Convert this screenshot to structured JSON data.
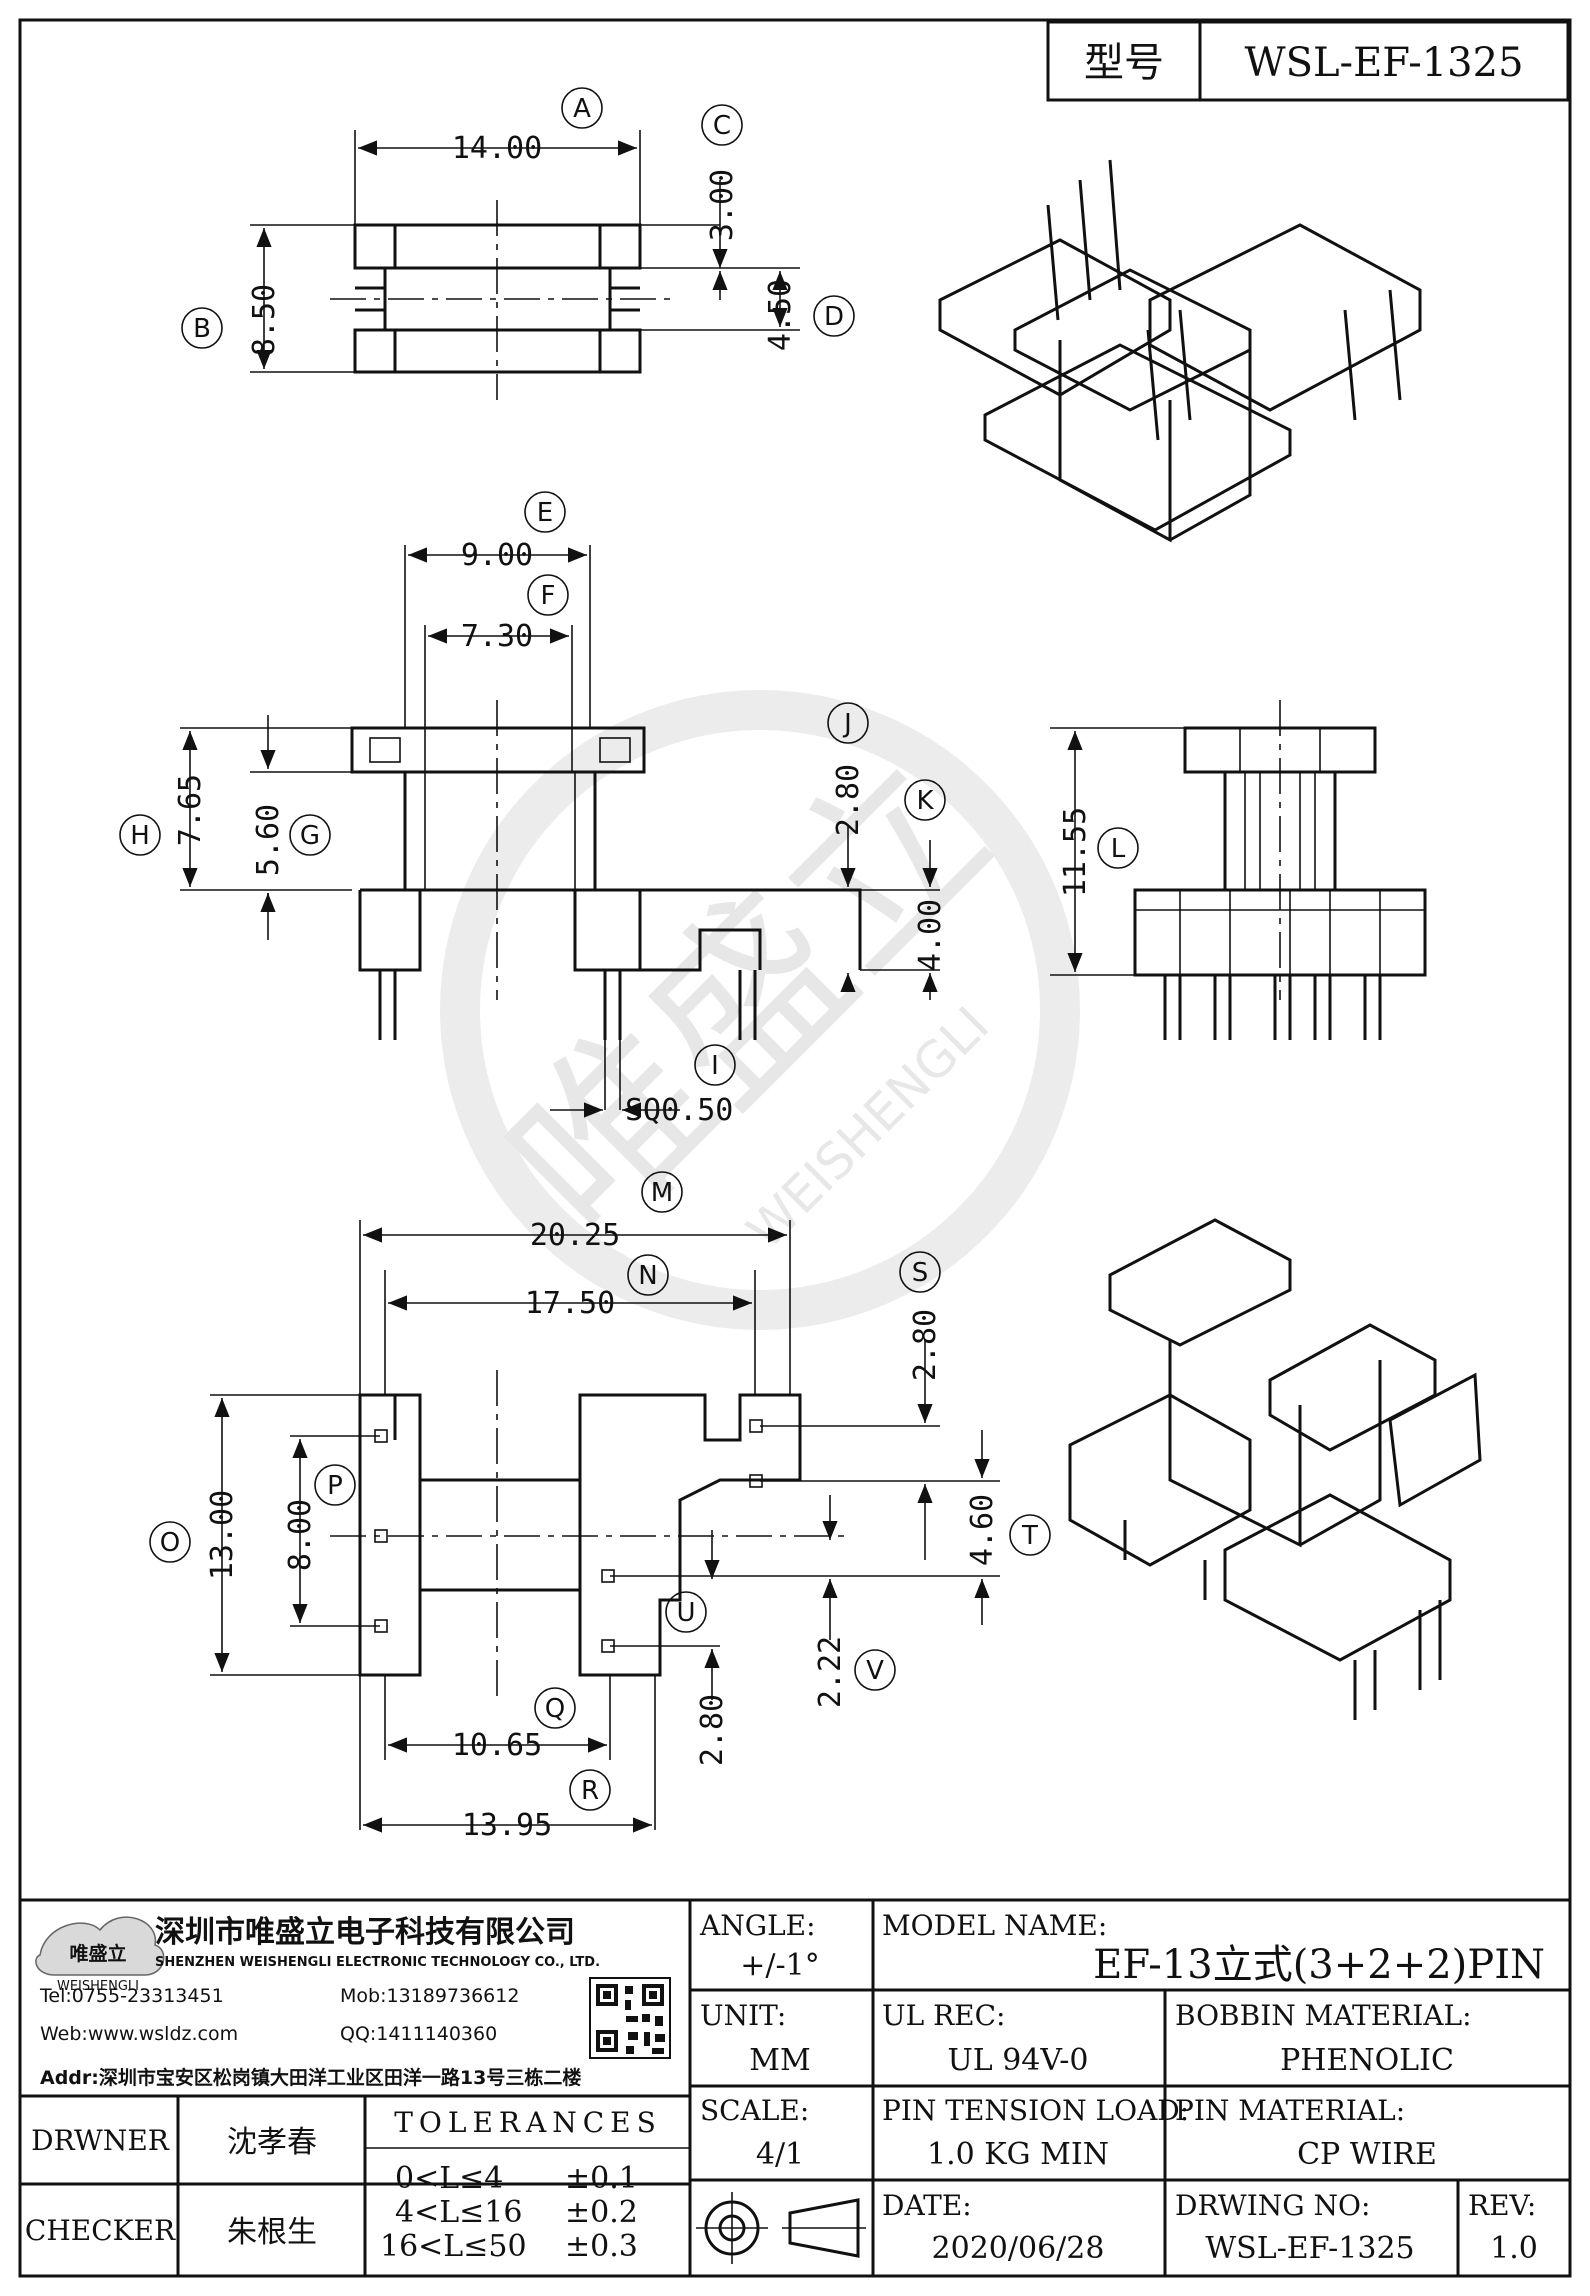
{
  "header": {
    "model_label": "型号",
    "model_value": "WSL-EF-1325"
  },
  "top_view": {
    "dims": {
      "A": "14.00",
      "B": "8.50",
      "C": "3.00",
      "D": "4.50"
    },
    "callouts": [
      "A",
      "B",
      "C",
      "D"
    ]
  },
  "front_view": {
    "dims": {
      "E": "9.00",
      "F": "7.30",
      "G": "5.60",
      "H": "7.65",
      "J": "2.80",
      "K": "4.00",
      "I": "SQ0.50"
    },
    "callouts": [
      "E",
      "F",
      "G",
      "H",
      "J",
      "K",
      "I"
    ]
  },
  "side_view": {
    "dims": {
      "L": "11.55"
    },
    "callouts": [
      "L"
    ]
  },
  "bottom_view": {
    "dims": {
      "M": "20.25",
      "N": "17.50",
      "O": "13.00",
      "P": "8.00",
      "Q": "10.65",
      "R": "13.95",
      "S": "2.80",
      "T": "4.60",
      "U": "2.80",
      "V": "2.22"
    },
    "callouts": [
      "M",
      "N",
      "O",
      "P",
      "Q",
      "R",
      "S",
      "T",
      "U",
      "V"
    ]
  },
  "watermark": {
    "brand": "唯盛立",
    "latin": "WEISHENGLI"
  },
  "company": {
    "logo_text": "唯盛立",
    "logo_sub": "WEISHENGLI",
    "name_cn": "深圳市唯盛立电子科技有限公司",
    "name_en": "SHENZHEN WEISHENGLI ELECTRONIC TECHNOLOGY CO., LTD.",
    "tel": "Tel:0755-23313451",
    "mob": "Mob:13189736612",
    "web": "Web:www.wsldz.com",
    "qq": "QQ:1411140360",
    "addr": "Addr:深圳市宝安区松岗镇大田洋工业区田洋一路13号三栋二楼"
  },
  "title_block": {
    "angle_label": "ANGLE:",
    "angle_value": "+/-1°",
    "model_name_label": "MODEL NAME:",
    "model_name_value": "EF-13立式(3+2+2)PIN",
    "unit_label": "UNIT:",
    "unit_value": "MM",
    "ul_label": "UL REC:",
    "ul_value": "UL 94V-0",
    "bobbin_label": "BOBBIN MATERIAL:",
    "bobbin_value": "PHENOLIC",
    "scale_label": "SCALE:",
    "scale_value": "4/1",
    "pin_tension_label": "PIN TENSION LOAD:",
    "pin_tension_value": "1.0 KG MIN",
    "pin_material_label": "PIN MATERIAL:",
    "pin_material_value": "CP WIRE",
    "date_label": "DATE:",
    "date_value": "2020/06/28",
    "drawing_no_label": "DRWING NO:",
    "drawing_no_value": "WSL-EF-1325",
    "rev_label": "REV:",
    "rev_value": "1.0",
    "drawer_label": "DRWNER",
    "drawer_value": "沈孝春",
    "checker_label": "CHECKER",
    "checker_value": "朱根生",
    "tolerances_label": "TOLERANCES",
    "tolerances": [
      {
        "range": "0<L≤4",
        "tol": "±0.1"
      },
      {
        "range": "4<L≤16",
        "tol": "±0.2"
      },
      {
        "range": "16<L≤50",
        "tol": "±0.3"
      }
    ]
  }
}
